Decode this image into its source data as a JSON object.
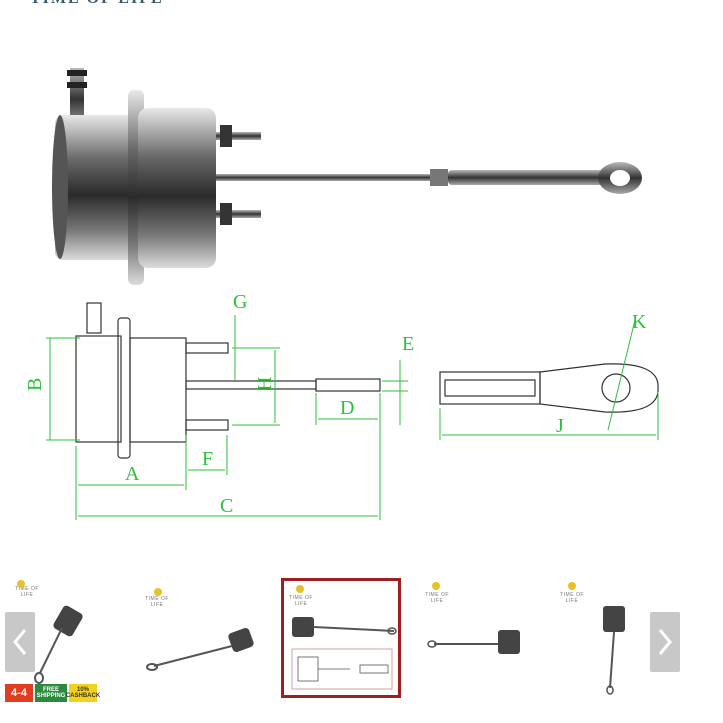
{
  "header": {
    "title_fragment": "TIME OF LIFE"
  },
  "diagram": {
    "labels": {
      "A": "A",
      "B": "B",
      "C": "C",
      "D": "D",
      "E": "E",
      "F": "F",
      "G": "G",
      "H": "H",
      "J": "J",
      "K": "K"
    }
  },
  "gallery": {
    "brand_text": "TIME OF LIFE",
    "selected_index": 2,
    "thumbnails": [
      "thumbnail-1",
      "thumbnail-2",
      "thumbnail-3",
      "thumbnail-4",
      "thumbnail-5"
    ]
  },
  "badges": {
    "b1": "4-4",
    "b2": "FREE SHIPPING",
    "b3": "10% CASHBACK"
  },
  "nav": {
    "prev_icon": "chevron-left-icon",
    "next_icon": "chevron-right-icon"
  },
  "colors": {
    "dim_green": "#2fbf3a",
    "selected_border": "#a01e1e",
    "arrow_bg": "#c8c8c8"
  }
}
